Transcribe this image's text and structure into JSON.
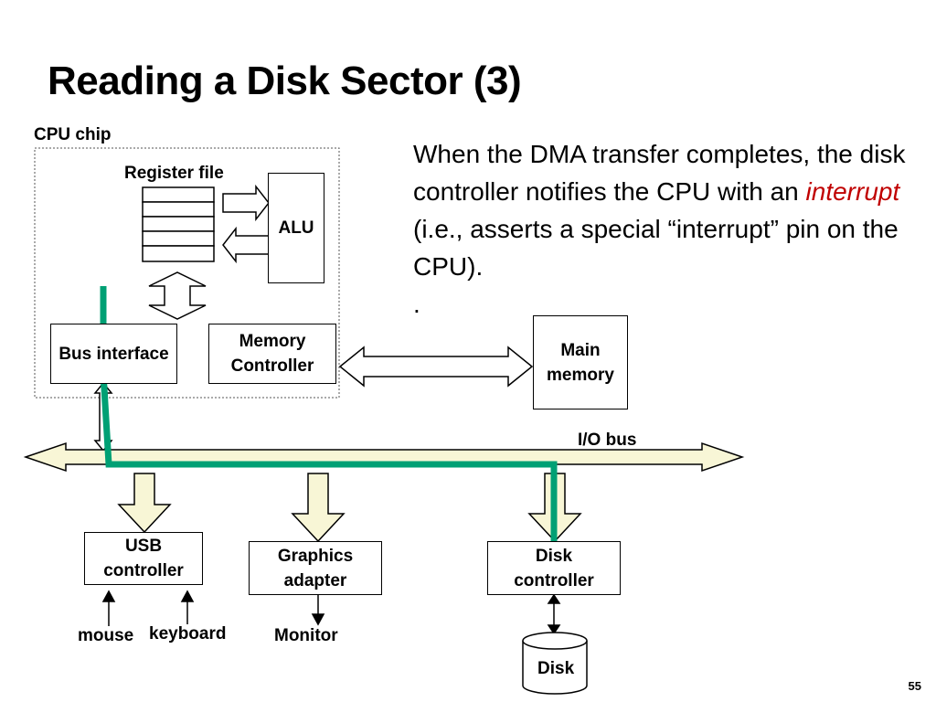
{
  "slide": {
    "title": "Reading a Disk Sector (3)",
    "page_number": "55"
  },
  "cpu": {
    "chip_label": "CPU chip",
    "register_file_label": "Register file",
    "alu_label": "ALU",
    "bus_interface_label": "Bus interface",
    "memory_controller_line1": "Memory",
    "memory_controller_line2": "Controller"
  },
  "main_memory": {
    "line1": "Main",
    "line2": "memory"
  },
  "io_bus": {
    "label": "I/O bus"
  },
  "devices": {
    "usb": {
      "line1": "USB",
      "line2": "controller"
    },
    "graphics": {
      "line1": "Graphics",
      "line2": "adapter"
    },
    "disk_ctrl": {
      "line1": "Disk",
      "line2": "controller"
    },
    "mouse": "mouse",
    "keyboard": "keyboard",
    "monitor": "Monitor",
    "disk": "Disk"
  },
  "description": {
    "part1": "When the DMA transfer completes, the disk controller notifies the CPU with an ",
    "emphasis": "interrupt",
    "part2": " (i.e., asserts a special “interrupt” pin on the CPU).",
    "trailing": "."
  },
  "colors": {
    "arrow_fill": "#f8f6d6",
    "path_green": "#00a074",
    "emphasis_red": "#c00000"
  }
}
